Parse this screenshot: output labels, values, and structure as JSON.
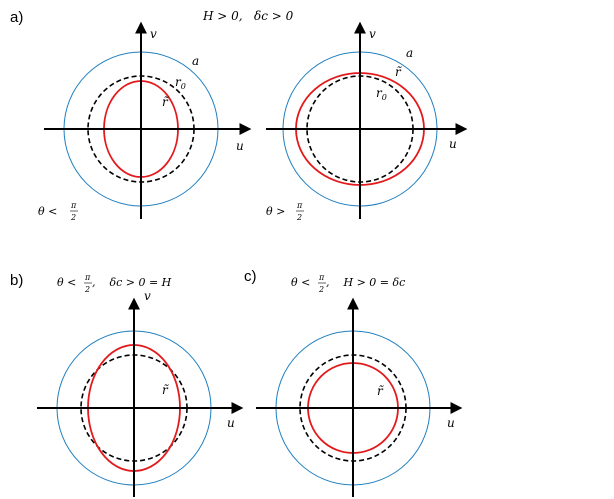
{
  "panels": {
    "a": {
      "label": "a)",
      "condition": "H > 0,   δc > 0",
      "left": {
        "theta_label": "θ <",
        "theta_num": "π",
        "theta_den": "2",
        "labels": {
          "v": "v",
          "u": "u",
          "a": "a",
          "r0": "r",
          "r0_sub": "0",
          "rt": "r̃"
        }
      },
      "right": {
        "theta_label": "θ >",
        "theta_num": "π",
        "theta_den": "2",
        "labels": {
          "v": "v",
          "u": "u",
          "a": "a",
          "r0": "r",
          "r0_sub": "0",
          "rt": "r̃"
        }
      }
    },
    "b": {
      "label": "b)",
      "condition_prefix": "θ <",
      "theta_num": "π",
      "theta_den": "2",
      "condition_suffix": ",    δc > 0 = H",
      "labels": {
        "v": "v",
        "u": "u",
        "rt": "r̃"
      }
    },
    "c": {
      "label": "c)",
      "condition_prefix": "θ <",
      "theta_num": "π",
      "theta_den": "2",
      "condition_suffix": ",    H > 0 = δc",
      "labels": {
        "u": "u",
        "rt": "r̃"
      }
    }
  },
  "colors": {
    "outer_circle": "#1f7fbf",
    "deformed_curve": "#e31a1c",
    "reference_circle": "#000000"
  }
}
